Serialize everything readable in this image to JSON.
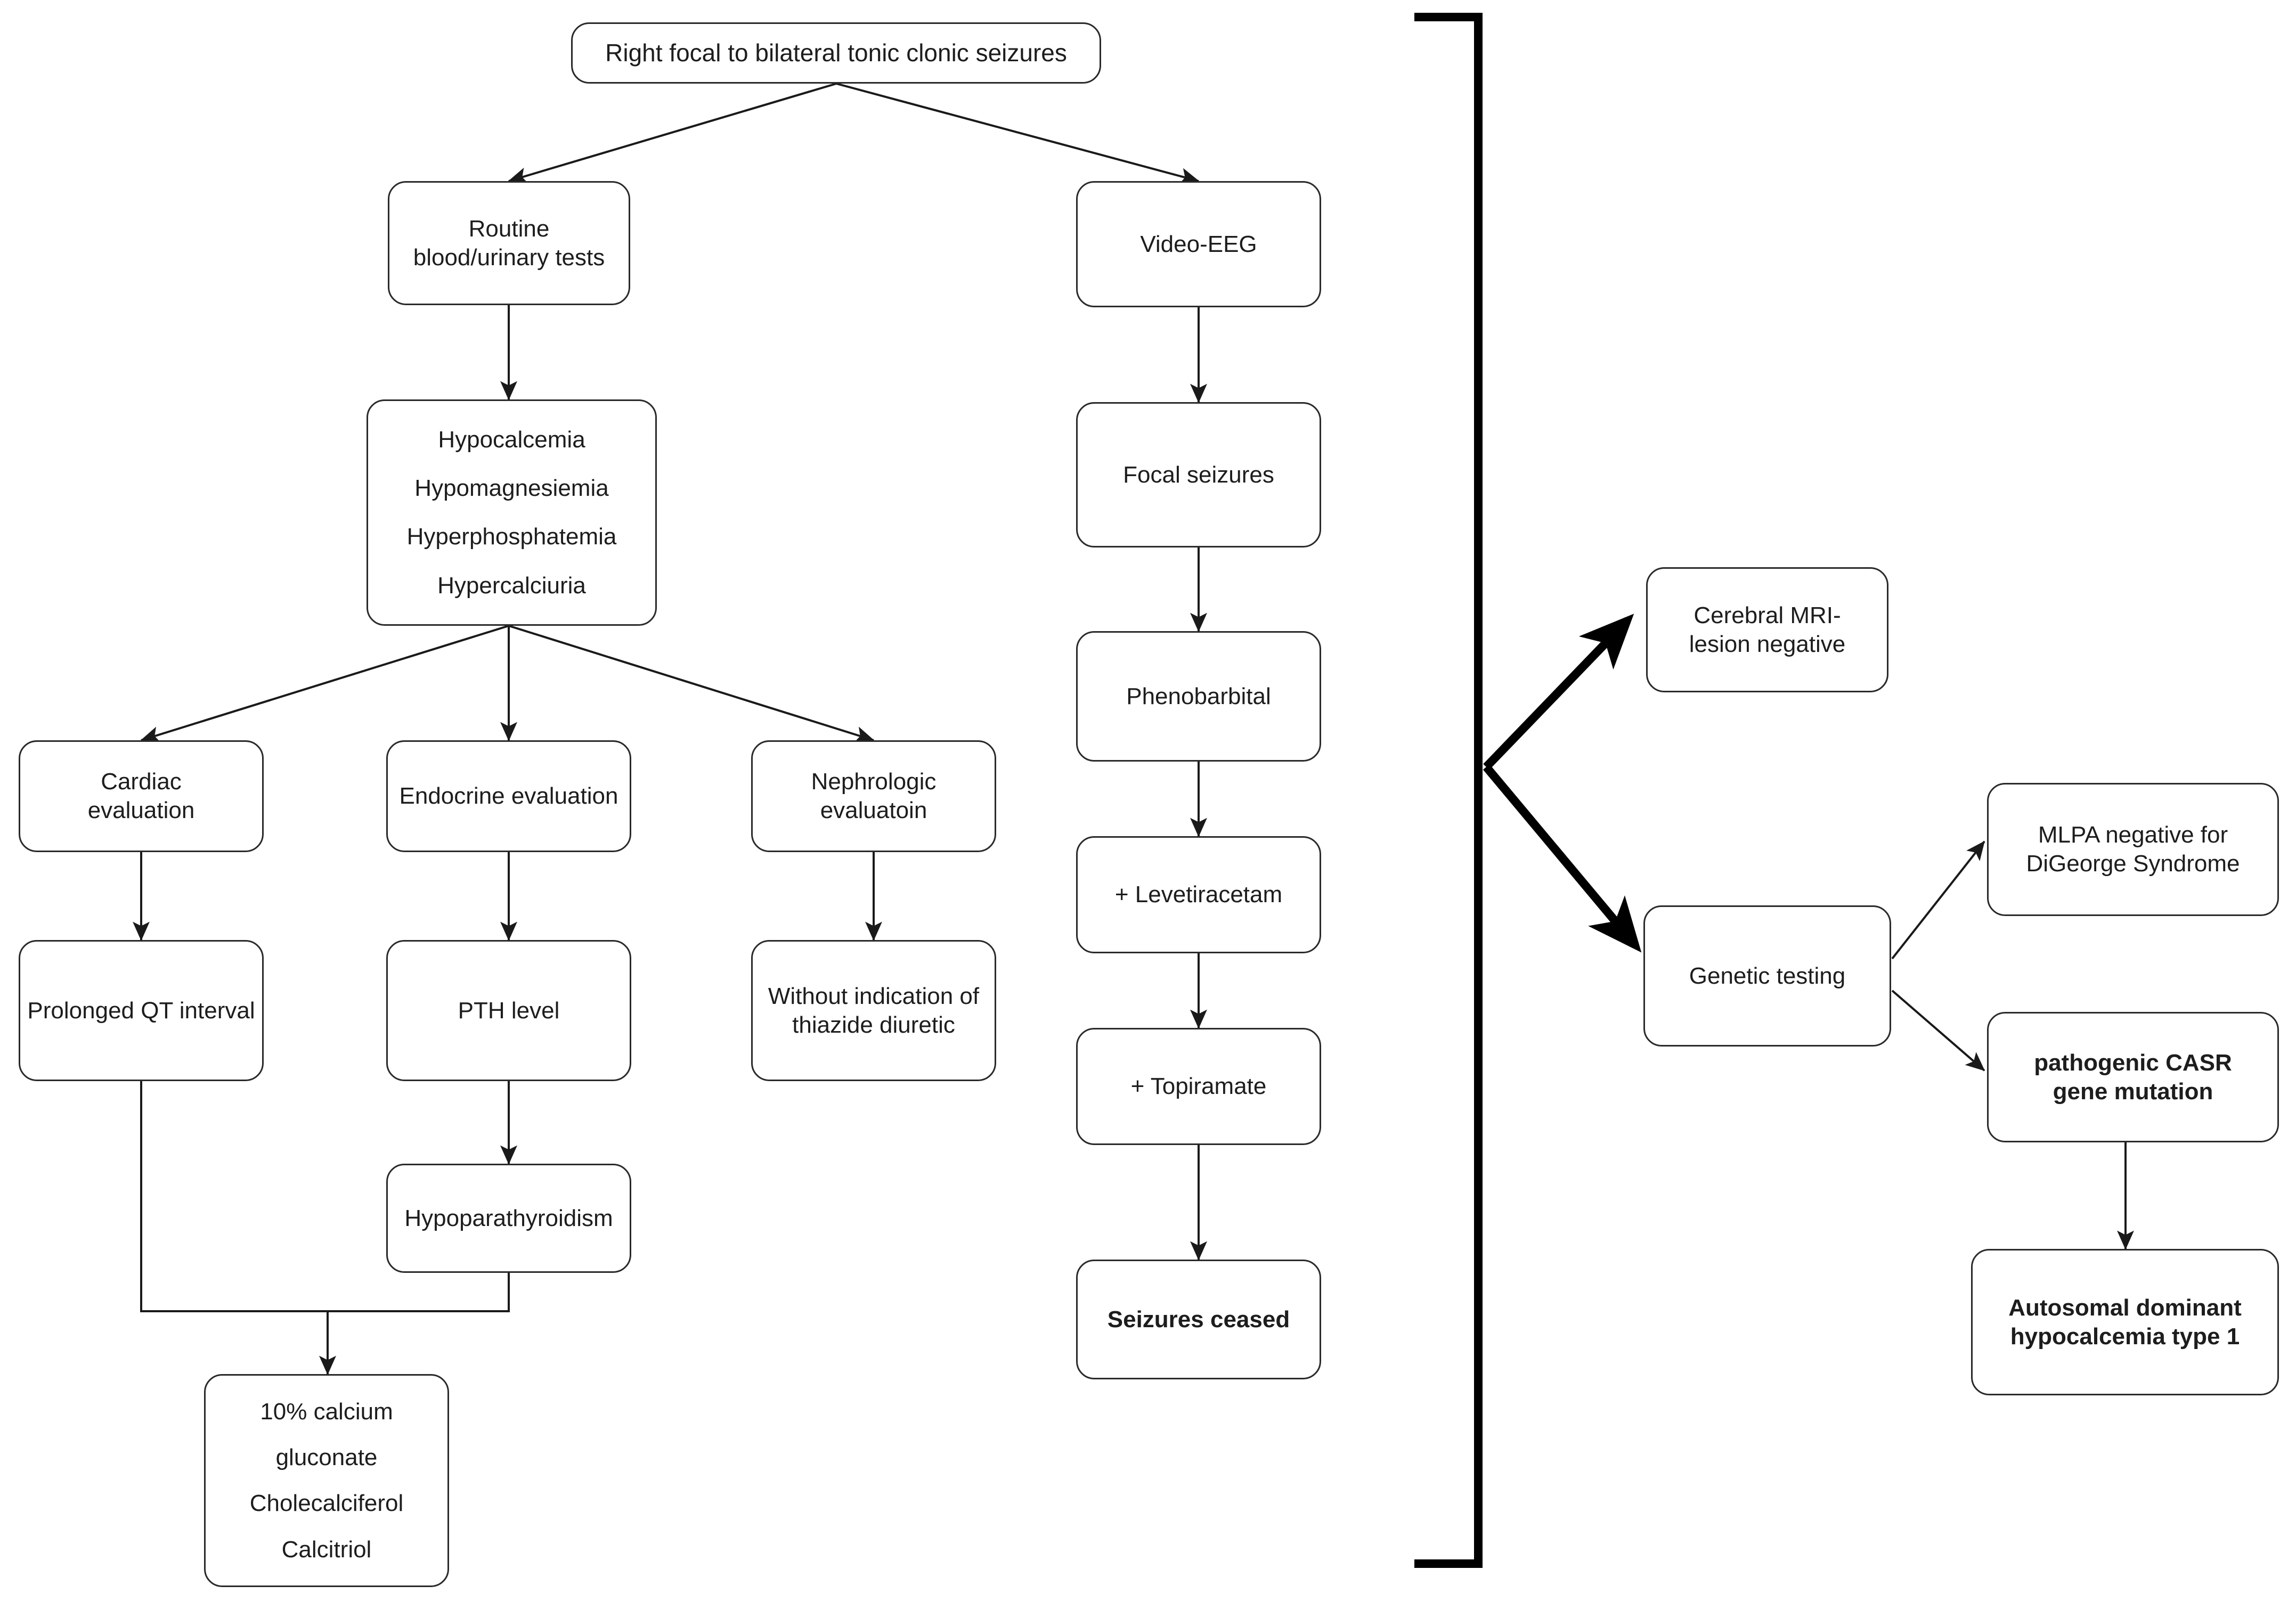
{
  "diagram": {
    "title_node": "Right focal to bilateral tonic clonic seizures",
    "nodes": {
      "root": {
        "label": "Right focal to bilateral tonic clonic seizures"
      },
      "routine_tests": {
        "lines": [
          "Routine",
          "blood/urinary tests"
        ]
      },
      "lab_findings": {
        "lines": [
          "Hypocalcemia",
          "Hypomagnesiemia",
          "Hyperphosphatemia",
          "Hypercalciuria"
        ]
      },
      "cardiac_eval": {
        "lines": [
          "Cardiac",
          "evaluation"
        ]
      },
      "endocrine_eval": {
        "lines": [
          "Endocrine evaluation"
        ]
      },
      "nephrologic_eval": {
        "lines": [
          "Nephrologic",
          "evaluatoin"
        ]
      },
      "prolonged_qt": {
        "lines": [
          "Prolonged QT interval"
        ]
      },
      "pth_level": {
        "lines": [
          "PTH level"
        ]
      },
      "no_thiazide": {
        "lines": [
          "Without indication of",
          "thiazide diuretic"
        ]
      },
      "hypoparathyroidism": {
        "lines": [
          "Hypoparathyroidism"
        ]
      },
      "treatment": {
        "lines": [
          "10% calcium",
          "gluconate",
          "Cholecalciferol",
          "Calcitriol"
        ]
      },
      "video_eeg": {
        "lines": [
          "Video-EEG"
        ]
      },
      "focal_seizures": {
        "lines": [
          "Focal seizures"
        ]
      },
      "phenobarbital": {
        "lines": [
          "Phenobarbital"
        ]
      },
      "levetiracetam": {
        "lines": [
          "+ Levetiracetam"
        ]
      },
      "topiramate": {
        "lines": [
          "+ Topiramate"
        ]
      },
      "seizures_ceased": {
        "lines": [
          "Seizures ceased"
        ],
        "bold": true
      },
      "cerebral_mri": {
        "lines": [
          "Cerebral MRI-",
          "lesion negative"
        ]
      },
      "genetic_testing": {
        "lines": [
          "Genetic testing"
        ]
      },
      "mlpa_negative": {
        "lines": [
          "MLPA negative for",
          "DiGeorge Syndrome"
        ]
      },
      "casr_mutation": {
        "lines": [
          "pathogenic CASR",
          "gene mutation"
        ],
        "bold": true
      },
      "adh_type1": {
        "lines": [
          "Autosomal dominant",
          "hypocalcemia type 1"
        ],
        "bold": true
      }
    },
    "colors": {
      "node_border": "#2a2a2a",
      "node_fill": "#ffffff",
      "text": "#1d1d1d",
      "edge": "#1a1a1a",
      "bracket": "#000000"
    }
  }
}
